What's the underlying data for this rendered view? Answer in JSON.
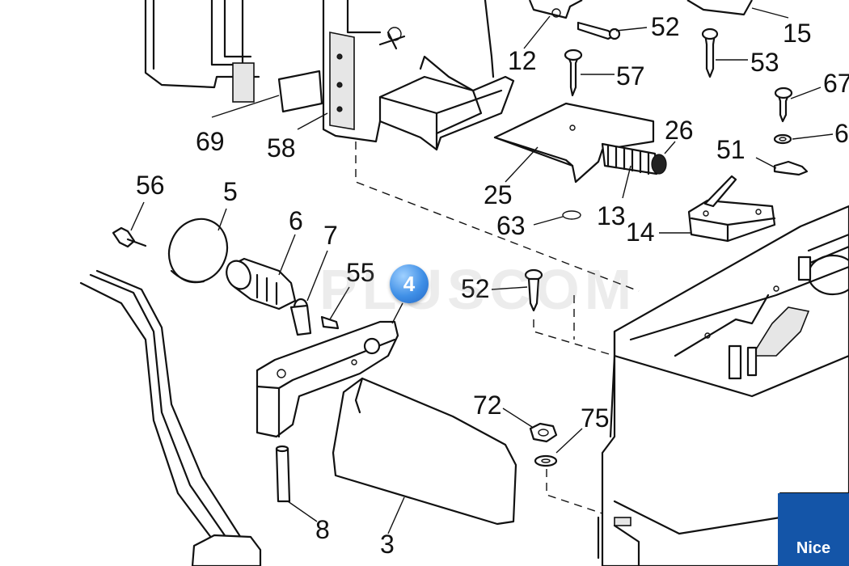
{
  "diagram": {
    "watermark": "PLUSCOM",
    "brand": "Nice",
    "highlight_label": "4",
    "part_labels": [
      {
        "id": "52a",
        "text": "52"
      },
      {
        "id": "15",
        "text": "15"
      },
      {
        "id": "12",
        "text": "12"
      },
      {
        "id": "57",
        "text": "57"
      },
      {
        "id": "53",
        "text": "53"
      },
      {
        "id": "67",
        "text": "67"
      },
      {
        "id": "6r",
        "text": "6"
      },
      {
        "id": "69",
        "text": "69"
      },
      {
        "id": "58",
        "text": "58"
      },
      {
        "id": "26",
        "text": "26"
      },
      {
        "id": "51",
        "text": "51"
      },
      {
        "id": "25",
        "text": "25"
      },
      {
        "id": "56",
        "text": "56"
      },
      {
        "id": "5",
        "text": "5"
      },
      {
        "id": "6",
        "text": "6"
      },
      {
        "id": "7",
        "text": "7"
      },
      {
        "id": "63",
        "text": "63"
      },
      {
        "id": "13",
        "text": "13"
      },
      {
        "id": "14",
        "text": "14"
      },
      {
        "id": "55",
        "text": "55"
      },
      {
        "id": "52b",
        "text": "52"
      },
      {
        "id": "72",
        "text": "72"
      },
      {
        "id": "75",
        "text": "75"
      },
      {
        "id": "8",
        "text": "8"
      },
      {
        "id": "3",
        "text": "3"
      }
    ]
  }
}
